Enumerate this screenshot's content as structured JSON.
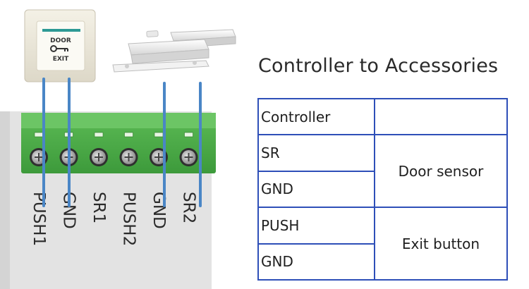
{
  "diagram": {
    "exit_button": {
      "top_text": "DOOR",
      "bottom_text": "EXIT"
    },
    "terminals": [
      "PUSH1",
      "GND",
      "SR1",
      "PUSH2",
      "GND",
      "SR2"
    ]
  },
  "heading": "Controller to Accessories",
  "table": {
    "header": {
      "left": "Controller",
      "right": ""
    },
    "groups": [
      {
        "rows": [
          "SR",
          "GND"
        ],
        "device": "Door sensor"
      },
      {
        "rows": [
          "PUSH",
          "GND"
        ],
        "device": "Exit button"
      }
    ]
  },
  "colors": {
    "wire": "#4a86c6",
    "terminal_block": "#4caa48",
    "table_border": "#2e4fb8"
  }
}
